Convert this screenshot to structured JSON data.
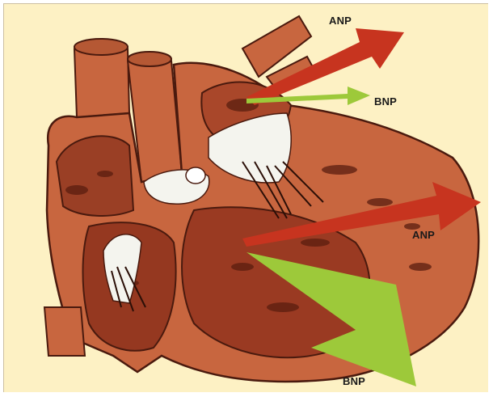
{
  "labels": {
    "anp_top": "ANP",
    "bnp_top": "BNP",
    "anp_right": "ANP",
    "bnp_bottom": "BNP"
  },
  "colors": {
    "background": "#fdf1c4",
    "heart_fill": "#c8663f",
    "heart_dark": "#7a2e1a",
    "heart_outline": "#4a1a0e",
    "valve_white": "#f4f4ee",
    "anp_arrow": "#c7341f",
    "bnp_arrow": "#9dc93a"
  }
}
